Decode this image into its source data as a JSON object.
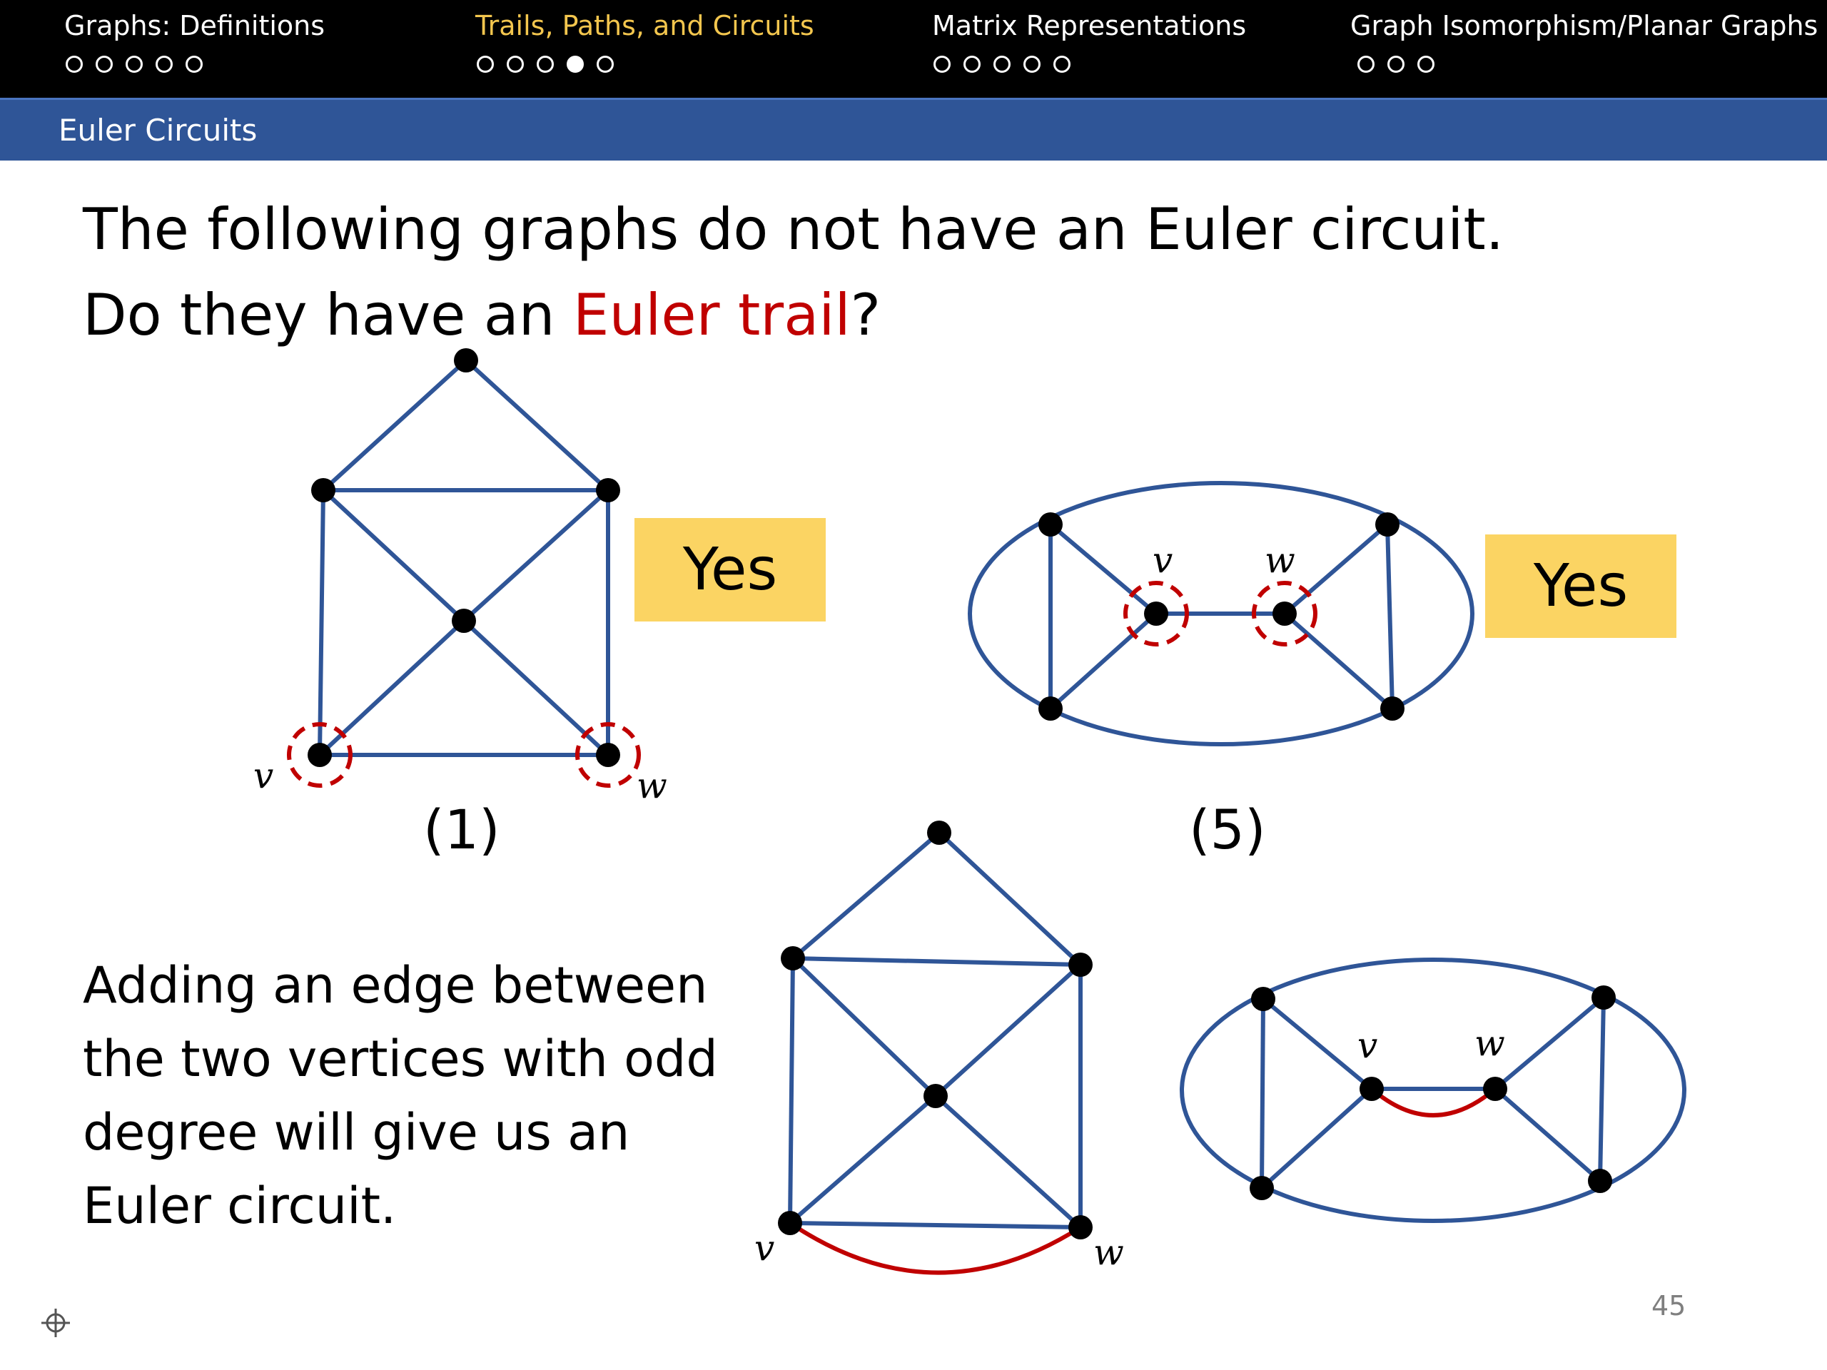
{
  "nav": [
    {
      "title": "Graphs: Definitions",
      "dots": [
        0,
        0,
        0,
        0,
        0
      ],
      "active": false
    },
    {
      "title": "Trails, Paths, and Circuits",
      "dots": [
        0,
        0,
        0,
        1,
        0
      ],
      "active": true
    },
    {
      "title": "Matrix Representations",
      "dots": [
        0,
        0,
        0,
        0,
        0
      ],
      "active": false
    },
    {
      "title": "Graph Isomorphism/Planar Graphs",
      "dots": [
        0,
        0,
        0
      ],
      "active": false
    }
  ],
  "section_title": "Euler Circuits",
  "question": {
    "line1": "The following graphs do not have an Euler circuit.",
    "line2_prefix": "Do they have an ",
    "line2_highlight": "Euler trail",
    "line2_suffix": "?"
  },
  "graph_labels": {
    "g1": "(1)",
    "g5": "(5)"
  },
  "vertex_labels": {
    "v": "v",
    "w": "w"
  },
  "answers": {
    "g1": "Yes",
    "g5": "Yes"
  },
  "note": [
    "Adding an edge between",
    "the two vertices with odd",
    "degree will give us an",
    "Euler circuit."
  ],
  "page_number": "45",
  "colors": {
    "edge": "#2f5597",
    "highlight": "#c00000",
    "answer_bg": "#fbd463",
    "subbar": "#2f5597",
    "active_nav": "#f3c64e"
  }
}
